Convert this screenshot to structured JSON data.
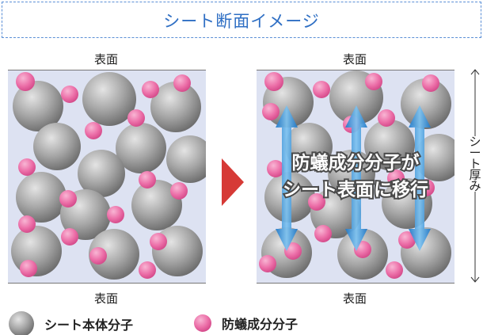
{
  "title": "シート断面イメージ",
  "left_panel": {
    "top_label": "表面",
    "bottom_label": "表面"
  },
  "right_panel": {
    "top_label": "表面",
    "bottom_label": "表面",
    "overlay_line1": "防蟻成分分子が",
    "overlay_line2": "シート表面に移行"
  },
  "thickness_label": [
    "シ",
    "ー",
    "ト",
    "厚",
    "み"
  ],
  "legend": {
    "sheet_molecule": "シート本体分子",
    "repellent_molecule": "防蟻成分分子"
  },
  "colors": {
    "title": "#2f6fc4",
    "arrow_red": "#d63a36",
    "pink": "#ec6fa8",
    "gray": "#9a9a9a",
    "panel_bg": "#dde2f2",
    "blue_arrow": "#2f8fd8"
  }
}
